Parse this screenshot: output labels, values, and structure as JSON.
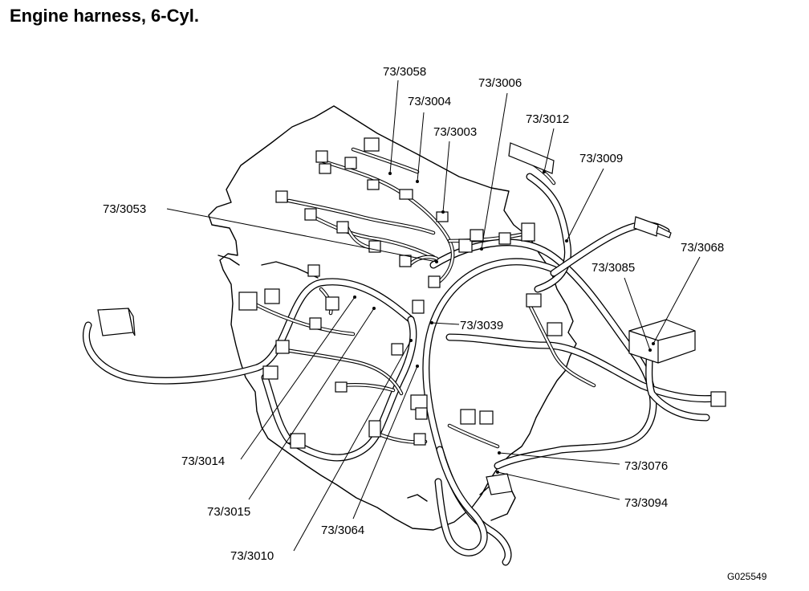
{
  "title": "Engine harness, 6-Cyl.",
  "figure_id": "G025549",
  "callouts": [
    {
      "key": "c3058",
      "label": "73/3058"
    },
    {
      "key": "c3006",
      "label": "73/3006"
    },
    {
      "key": "c3004",
      "label": "73/3004"
    },
    {
      "key": "c3012",
      "label": "73/3012"
    },
    {
      "key": "c3003",
      "label": "73/3003"
    },
    {
      "key": "c3009",
      "label": "73/3009"
    },
    {
      "key": "c3053",
      "label": "73/3053"
    },
    {
      "key": "c3068",
      "label": "73/3068"
    },
    {
      "key": "c3085",
      "label": "73/3085"
    },
    {
      "key": "c3039",
      "label": "73/3039"
    },
    {
      "key": "c3014",
      "label": "73/3014"
    },
    {
      "key": "c3076",
      "label": "73/3076"
    },
    {
      "key": "c3094",
      "label": "73/3094"
    },
    {
      "key": "c3015",
      "label": "73/3015"
    },
    {
      "key": "c3064",
      "label": "73/3064"
    },
    {
      "key": "c3010",
      "label": "73/3010"
    }
  ]
}
